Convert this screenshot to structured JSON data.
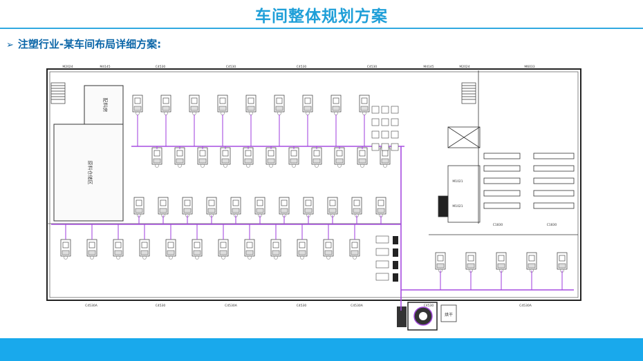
{
  "header": {
    "title": "车间整体规划方案",
    "subtitle": "注塑行业-某车间布局详细方案:",
    "bullet": "➢"
  },
  "plan": {
    "room_labels": [
      "配料房",
      "原料仓储区"
    ],
    "door_labels": {
      "top": [
        "M2024",
        "M4145",
        "C4530",
        "C4530",
        "C4530",
        "C4530",
        "M4145",
        "M2024",
        "M6033"
      ],
      "bottom": [
        "C4530A",
        "C4530",
        "C4530A",
        "C4530",
        "C4530A",
        "C4530",
        "C4530A"
      ],
      "right": [
        "C1830",
        "C1830",
        "M1021",
        "M1021"
      ]
    },
    "equipment_label": "烘干",
    "colors": {
      "title": "#1f9fd8",
      "footer": "#19a9ec",
      "pipes": "#a64be0",
      "walls": "#222222"
    }
  }
}
